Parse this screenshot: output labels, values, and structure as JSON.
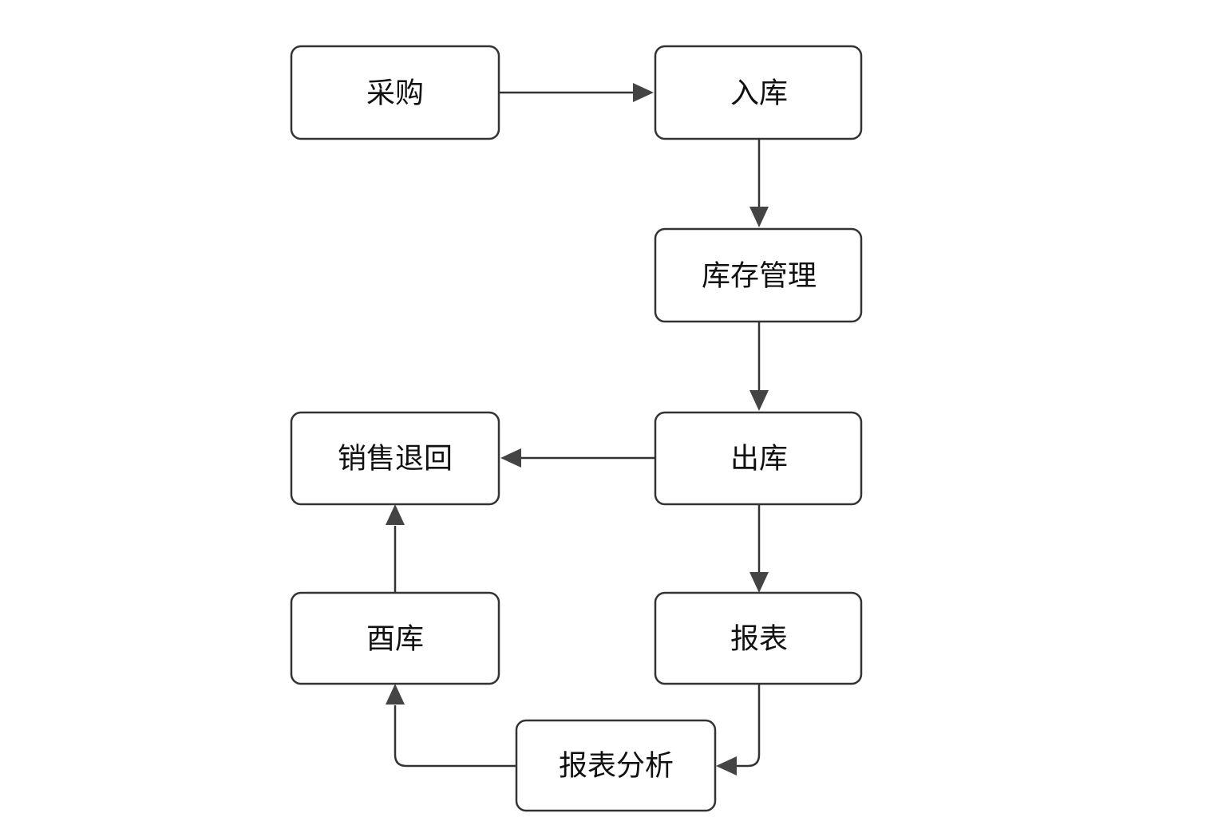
{
  "diagram": {
    "nodes": {
      "purchase": "采购",
      "inbound": "入库",
      "inventory": "库存管理",
      "outbound": "出库",
      "sales_return": "销售退回",
      "stocktake": "酉库",
      "report": "报表",
      "report_analysis": "报表分析"
    },
    "colors": {
      "stroke": "#333333",
      "arrow": "#444444",
      "background": "#ffffff",
      "text": "#111111"
    }
  }
}
